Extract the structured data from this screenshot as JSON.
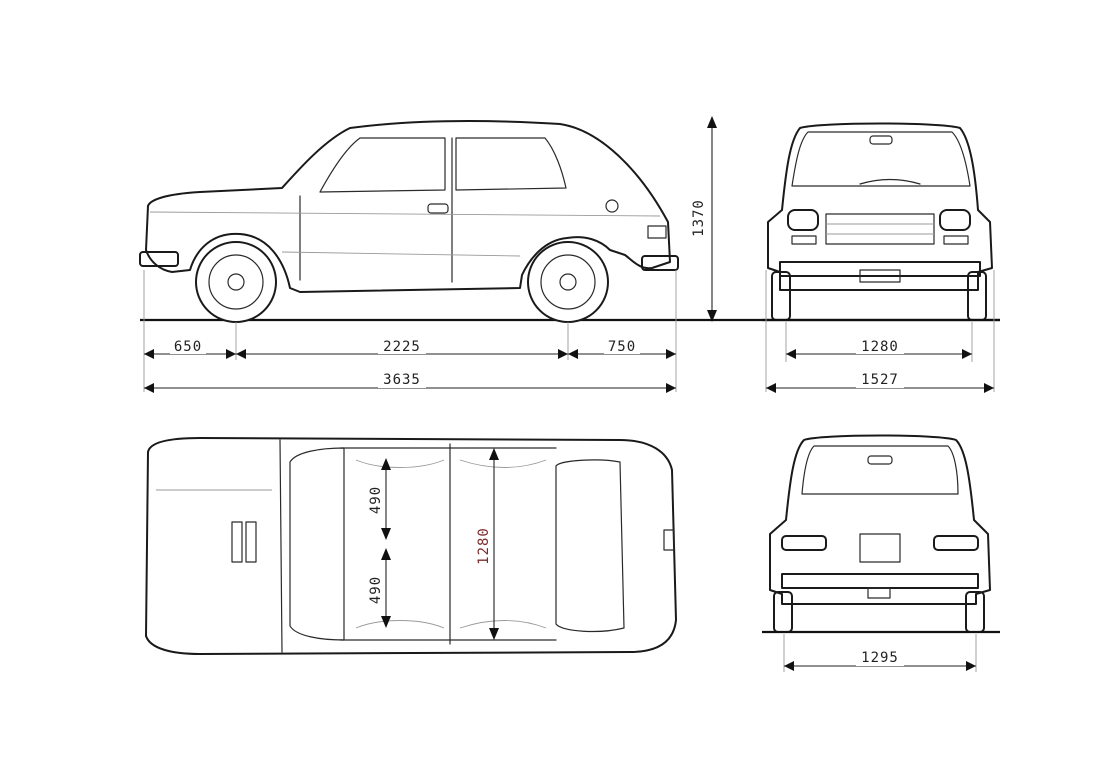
{
  "dimensions": {
    "front_overhang": "650",
    "wheelbase": "2225",
    "rear_overhang": "750",
    "overall_length": "3635",
    "height": "1370",
    "front_track": "1280",
    "overall_width": "1527",
    "seat_depth_front": "490",
    "seat_depth_rear": "490",
    "interior_width": "1280",
    "rear_track": "1295"
  },
  "views": [
    "side",
    "front",
    "top",
    "rear"
  ],
  "colors": {
    "line": "#1a1a1a",
    "background": "#ffffff",
    "accent_dimension": "#7a2b2b"
  }
}
